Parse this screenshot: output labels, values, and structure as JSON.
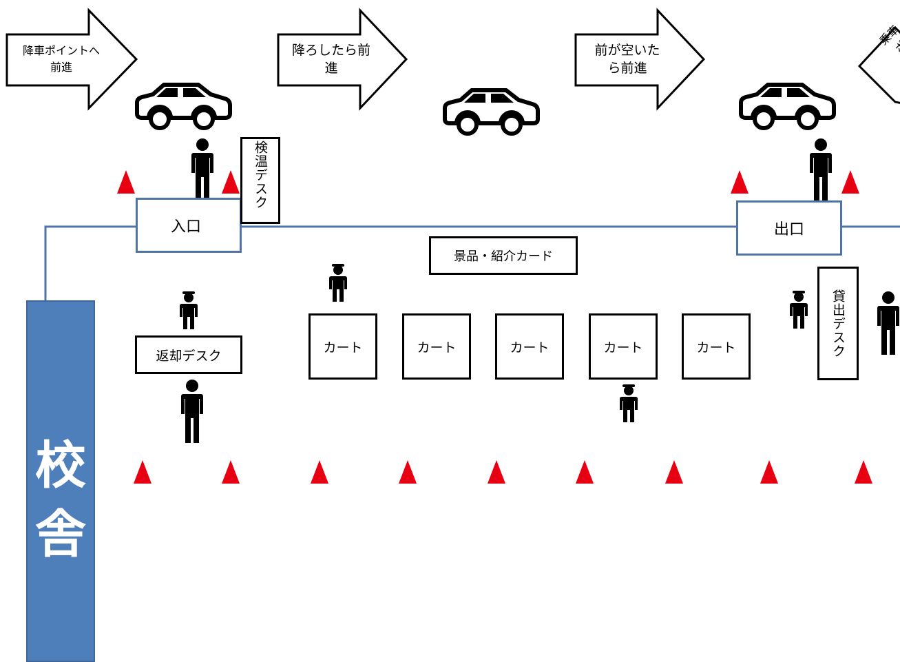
{
  "arrows": [
    {
      "label": "降車ポイントへ\n前進"
    },
    {
      "label": "降ろしたら前\n進"
    },
    {
      "label": "前が空いた\nら前進"
    },
    {
      "label": "乗車\nポ"
    }
  ],
  "checkpoints": {
    "entrance": "入口",
    "exit": "出口"
  },
  "desks": {
    "temperature": "検温デスク",
    "return": "返却デスク",
    "lending": "貸出デスク",
    "prizes": "景品・紹介カード"
  },
  "carts": [
    "カート",
    "カート",
    "カート",
    "カート",
    "カート"
  ],
  "building": {
    "label": "校\n舎"
  },
  "colors": {
    "building": "#4f7fbb",
    "line": "#4f74a8",
    "cone": "#e60012",
    "ink": "#000000"
  },
  "icons": {
    "car": "car-icon",
    "person": "person-icon",
    "staff": "staff-person-icon",
    "cone": "traffic-cone-icon"
  }
}
